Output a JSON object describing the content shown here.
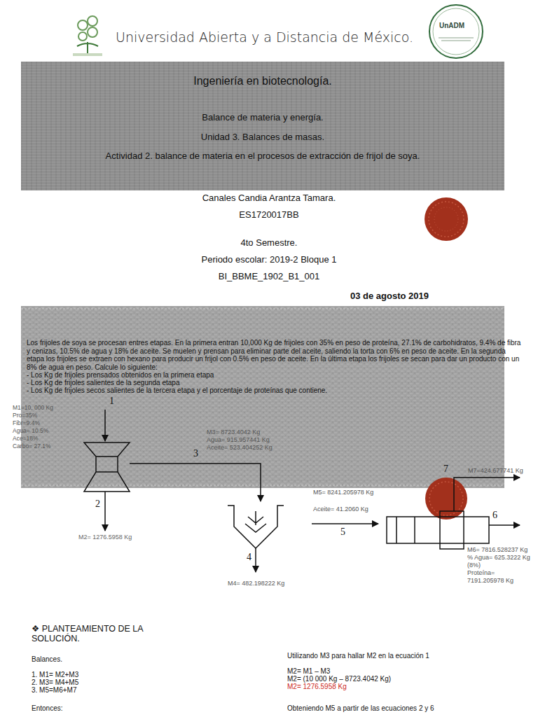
{
  "diagram": {
    "title": "Universidad Abierta y a Distancia de México.",
    "nodes": [
      {
        "text": [
          "Ingeniería en biotecnología.",
          "Balance de materia y energía.",
          "Unidad 3. Balances de masas.",
          "Actividad 2. balance de materia en el procesos de extracción de frijol de soya."
        ]
      }
    ],
    "labels": [
      "UnADM",
      "Canales Candia Arantza Tamara.",
      "ES1720017BB",
      "4to Semestre.",
      "Periodo escolar: 2019-2 Bloque 1",
      "BI_BBME_1902_B1_001",
      "03 de agosto 2019",
      "Los frijoles de soya se procesan entres etapas. En la primera entran 10,000 Kg de frijoles con 35% en peso de proteína, 27.1% de carbohidratos, 9.4% de fibra y cenizas, 10.5% de agua y 18% de aceite. Se muelen y prensan para eliminar parte del aceite, saliendo la torta con 6% en peso de aceite. En la segunda etapa los frijoles se extraen con hexano para producir un frijol con 0.5% en peso de aceite. En la última etapa los frijoles se secan para dar un producto con un 8% de agua en peso. Calcule lo siguiente:",
      "- Los Kg de frijoles prensados obtenidos en la primera etapa",
      "- Los Kg de frijoles salientes de la segunda etapa",
      "- Los Kg de frijoles secos salientes de la tercera etapa y el porcentaje de proteínas que contiene.",
      "1",
      "M1=10, 000 Kg",
      "Pro=35%",
      "Fibr=9.4%",
      "Agua= 10.5%",
      "Ace=18%",
      "Carbo= 27.1%",
      "2",
      "M2= 1276.5958 Kg",
      "3",
      "M3= 8723.4042 Kg",
      "Agua= 915.957441 Kg",
      "Aceite= 523.404252 Kg",
      "4",
      "M4= 482.198222 Kg",
      "5",
      "M5= 8241.205978 Kg",
      "Aceite= 41.2060 Kg",
      "6",
      "M6= 7816.528237 Kg",
      "% Agua= 625.3222 Kg",
      "(8%)",
      "Proteína=",
      "7191.205978 Kg",
      "7",
      "M7=424.677741 Kg",
      "❖ PLANTEAMIENTO DE LA SOLUCIÓN.",
      "Balances.",
      "1. M1= M2+M3",
      "2. M3= M4+M5",
      "3. M5=M6+M7",
      "Entonces:",
      "Utilizando M3 para hallar M2 en la ecuación 1",
      "M2= M1 – M3",
      "M2= (10 000 Kg – 8723.4042 Kg)",
      "M2= 1276.5958 Kg",
      "Obteniendo M5 a partir de las ecuaciones 2 y 6"
    ]
  }
}
